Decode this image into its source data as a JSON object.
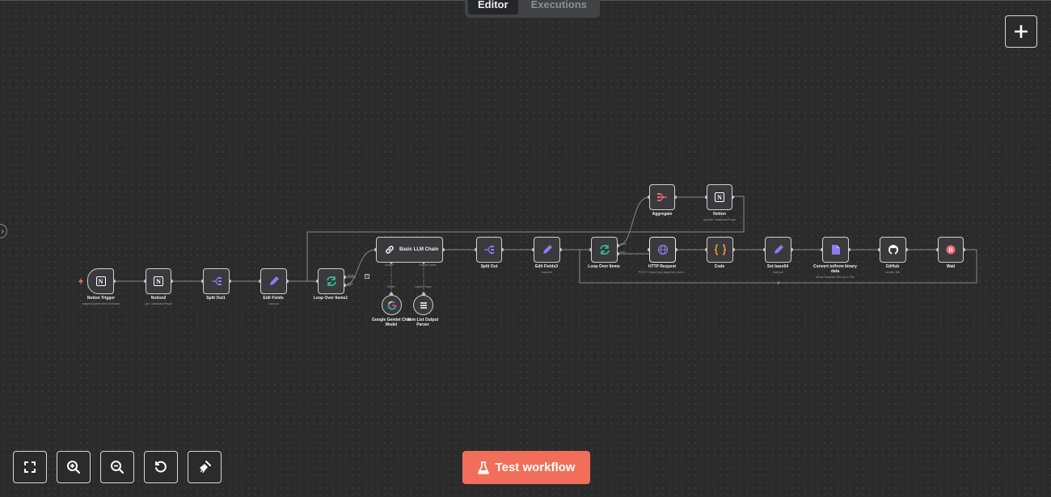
{
  "tabs": [
    {
      "label": "Editor",
      "active": true
    },
    {
      "label": "Executions",
      "active": false
    }
  ],
  "nodes": {
    "notion_trigger": {
      "label": "Notion Trigger",
      "sub": "pagedUpdatedInDatabase"
    },
    "notion2": {
      "label": "Notion2",
      "sub": "get: databasePage"
    },
    "split_out1": {
      "label": "Split Out1",
      "sub": ""
    },
    "edit_fields": {
      "label": "Edit Fields",
      "sub": "manual"
    },
    "loop_over_items1": {
      "label": "Loop Over Items1",
      "sub": ""
    },
    "basic_llm_chain": {
      "label": "Basic LLM Chain",
      "sub": ""
    },
    "gemini_model": {
      "label": "Google Gemini Chat Model",
      "sub": ""
    },
    "item_list_parser": {
      "label": "Item List Output Parser",
      "sub": ""
    },
    "split_out": {
      "label": "Split Out",
      "sub": ""
    },
    "edit_fields3": {
      "label": "Edit Fields3",
      "sub": "manual"
    },
    "loop_over_items": {
      "label": "Loop Over Items",
      "sub": ""
    },
    "aggregate": {
      "label": "Aggregate",
      "sub": ""
    },
    "notion": {
      "label": "Notion",
      "sub": "update: databasePage"
    },
    "http_request": {
      "label": "HTTP Request",
      "sub": "POST: https://api.together.xyz/v..."
    },
    "code": {
      "label": "Code",
      "sub": ""
    },
    "set_base64": {
      "label": "Set base64",
      "sub": "manual"
    },
    "convert_binary": {
      "label": "Convert to/from binary data",
      "sub": "Move Base64 String to File"
    },
    "github": {
      "label": "GitHub",
      "sub": "create: file"
    },
    "wait": {
      "label": "Wait",
      "sub": ""
    }
  },
  "port_labels": {
    "model": "Model*",
    "output_parser": "Output Parser",
    "model_lower": "Model",
    "output_parser_lower": "Output Parser",
    "done": "done",
    "loop": "loop"
  },
  "test_button": {
    "label": "Test workflow"
  },
  "icons": {
    "notion": "notion-icon",
    "split": "split-icon",
    "pencil": "pencil-icon",
    "loop": "loop-icon",
    "link": "chain-link-icon",
    "google": "google-g-icon",
    "list": "list-icon",
    "aggregate": "aggregate-icon",
    "globe": "globe-icon",
    "code": "curly-braces-icon",
    "file": "file-icon",
    "github": "github-icon",
    "pause": "pause-icon"
  },
  "colors": {
    "accent": "#f16f5a",
    "icon_purple": "#8c7cf0",
    "icon_green": "#35c4a0",
    "icon_orange": "#f5a33b",
    "icon_red": "#ee6e73",
    "bolt": "#ff6d5a"
  }
}
